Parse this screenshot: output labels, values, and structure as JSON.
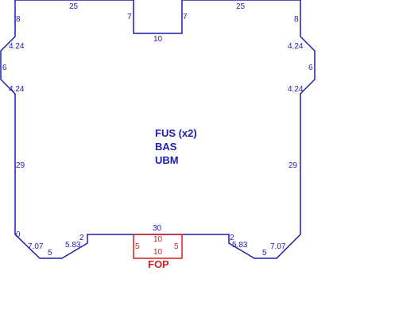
{
  "colors": {
    "outline": "#1c1cb0",
    "pad": "#d42020"
  },
  "outline_dims": {
    "top_left": "25",
    "top_right": "25",
    "notch_left": "7",
    "notch_right": "7",
    "notch_bottom": "10",
    "left_upper": "8",
    "left_chamfer_upper": "4.24",
    "left_mid": "6",
    "left_chamfer_lower": "4.24",
    "left_long": "29",
    "left_bottom": "0",
    "right_upper": "8",
    "right_chamfer_upper": "4.24",
    "right_mid": "6",
    "right_chamfer_lower": "4.24",
    "right_long": "29",
    "bl_chamfer": "7.07",
    "bl_flat": "5",
    "bl_chamfer2": "5.83",
    "bl_step": "2",
    "br_step": "2",
    "br_chamfer2": "5.83",
    "br_flat": "5",
    "br_chamfer": "7.07",
    "bottom_center": "30"
  },
  "pad_dims": {
    "left": "5",
    "right": "5",
    "top": "10",
    "bottom": "10"
  },
  "labels": {
    "line1": "FUS (x2)",
    "line2": "BAS",
    "line3": "UBM",
    "pad_label": "FOP"
  }
}
